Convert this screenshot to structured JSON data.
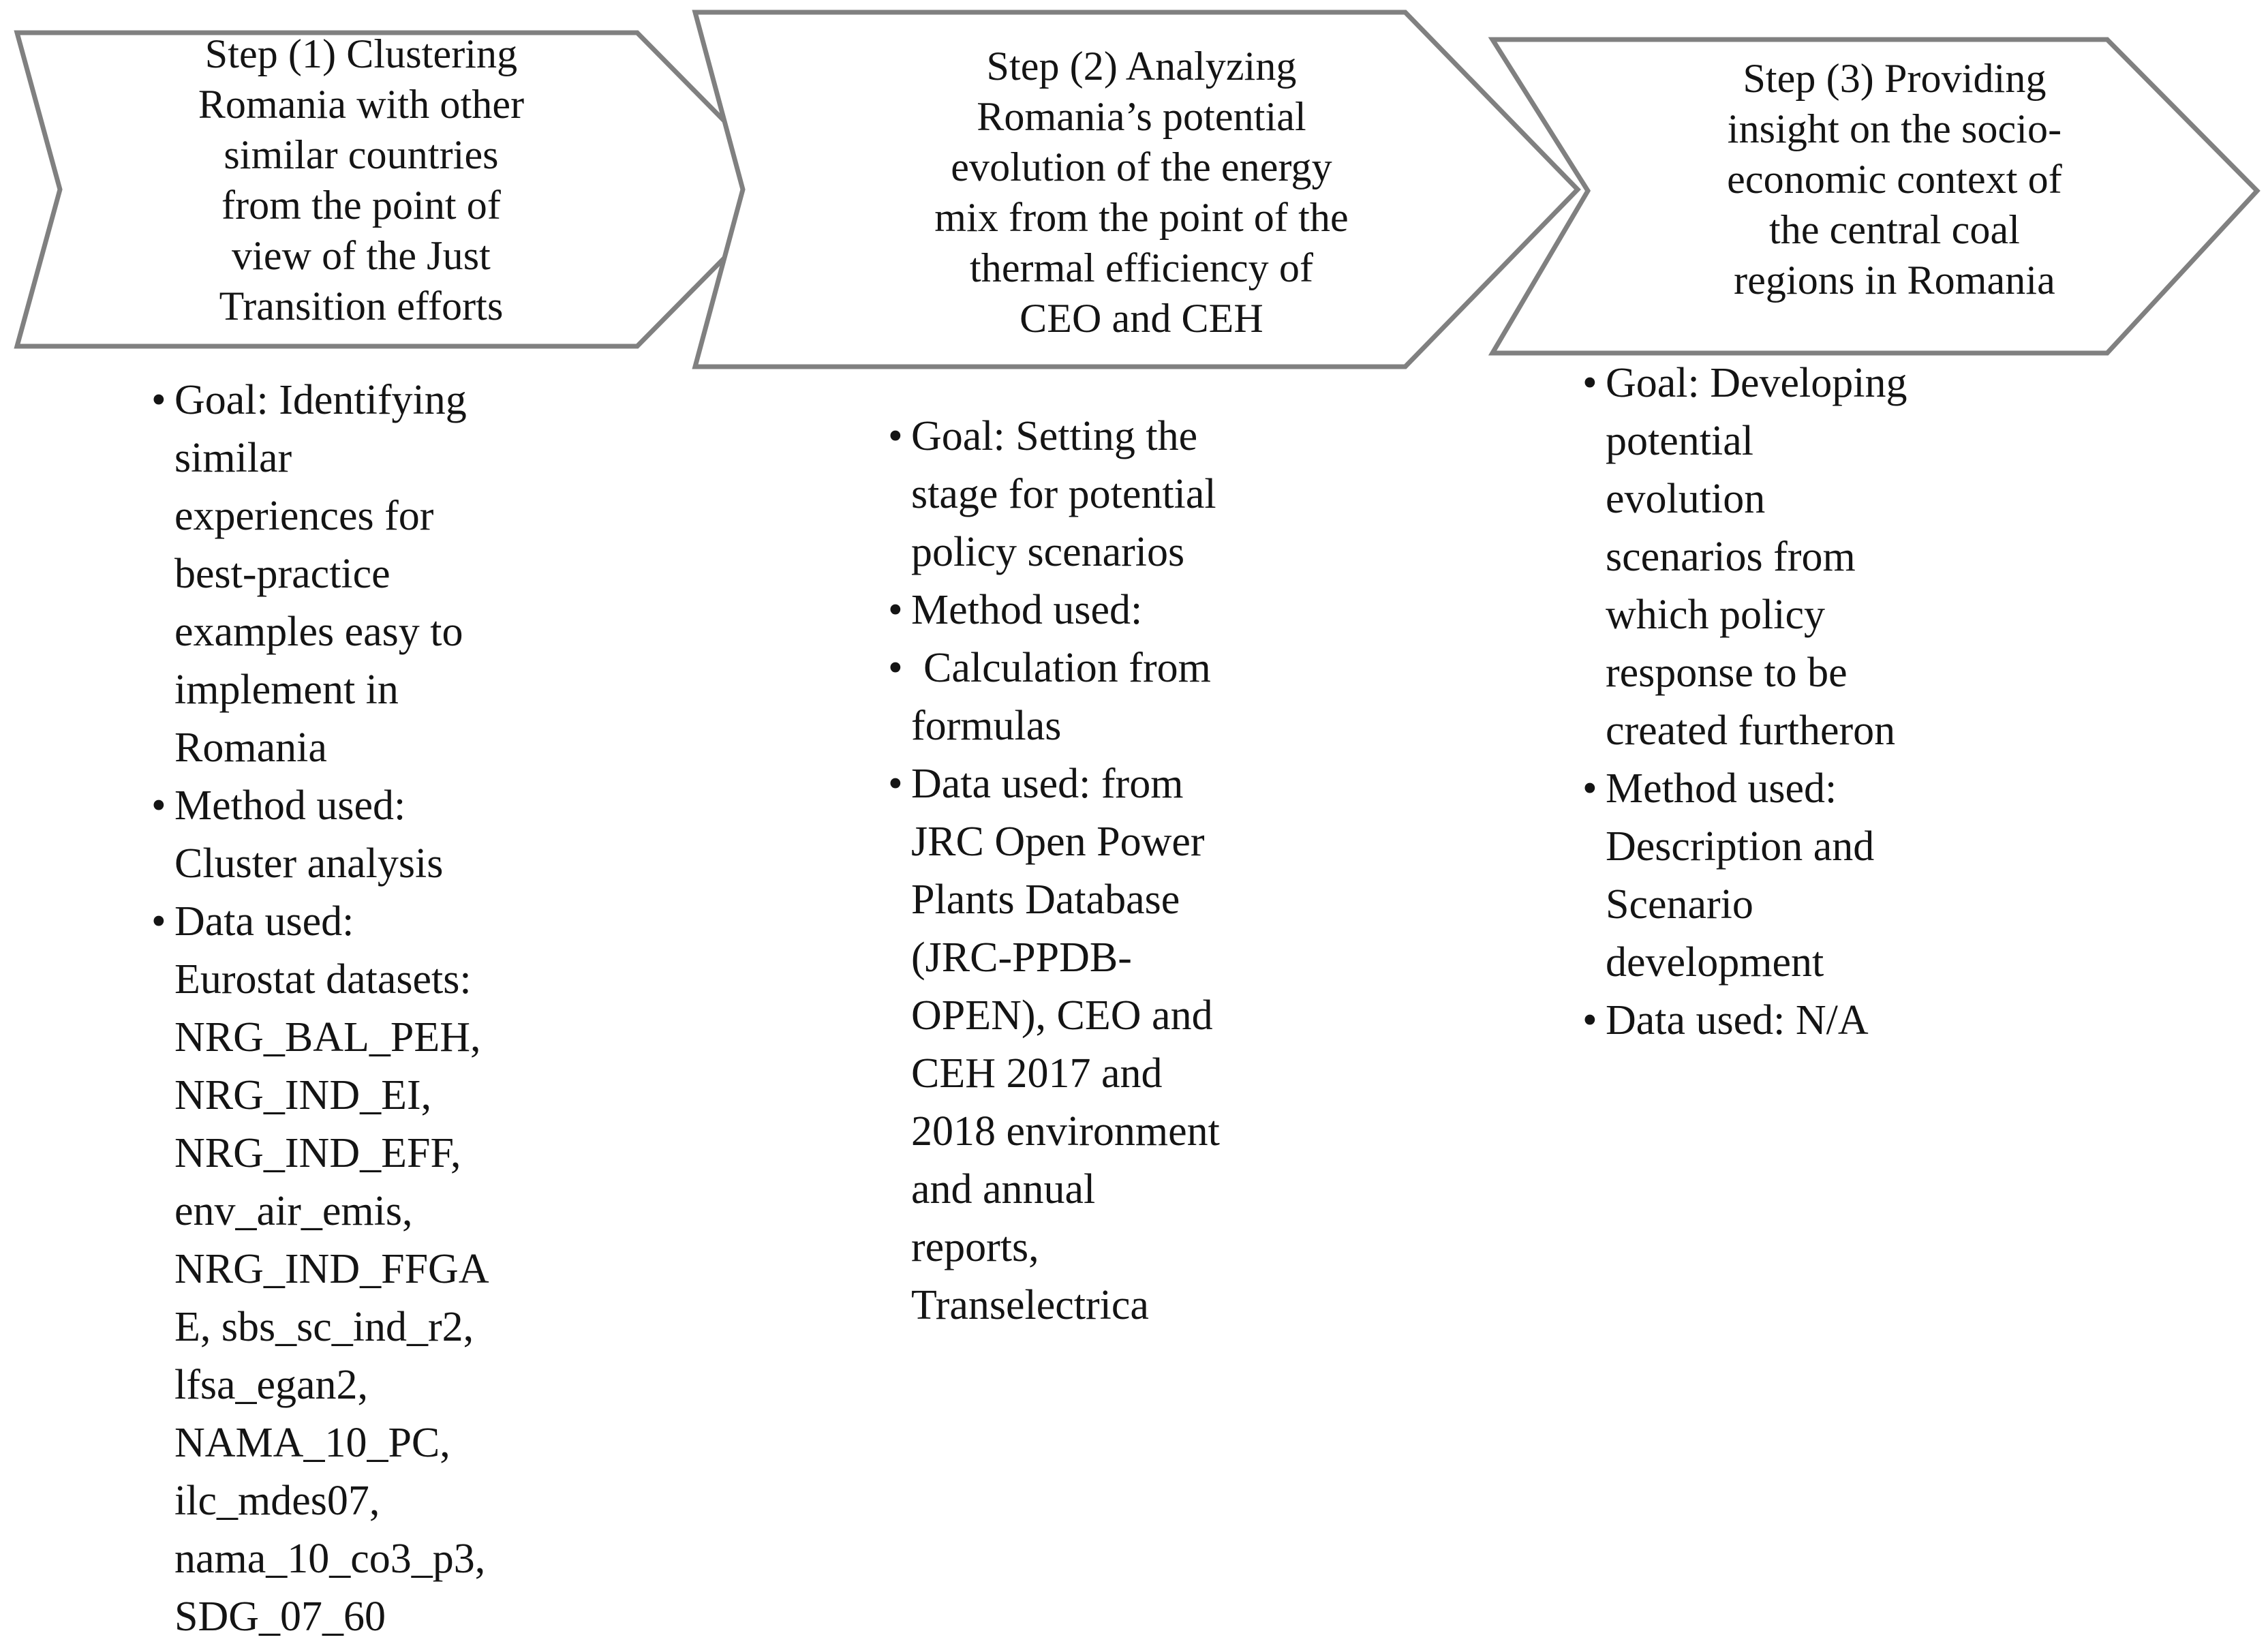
{
  "diagram": {
    "title": "Three-step research methodology flow",
    "stroke_color": "#808080",
    "text_color": "#141414",
    "background": "#ffffff",
    "bullet_glyph": "•"
  },
  "steps": [
    {
      "id": "step-1",
      "header": "Step (1) Clustering\nRomania with other\nsimilar countries\nfrom the point of\nview of the Just\nTransition efforts",
      "bullets": [
        {
          "text": "Goal: Identifying similar experiences for best-practice examples easy to implement in Romania",
          "lines": "Goal: Identifying\nsimilar\nexperiences for\nbest-practice\nexamples easy to\nimplement in\nRomania",
          "extra_indent": false
        },
        {
          "text": "Method used: Cluster analysis",
          "lines": "Method used:\nCluster analysis",
          "extra_indent": false
        },
        {
          "text": "Data used: Eurostat datasets: NRG_BAL_PEH, NRG_IND_EI, NRG_IND_EFF, env_air_emis, NRG_IND_FFGAE, sbs_sc_ind_r2, lfsa_egan2, NAMA_10_PC, ilc_mdes07, nama_10_co3_p3, SDG_07_60",
          "lines": "Data used:\nEurostat datasets:\nNRG_BAL_PEH,\nNRG_IND_EI,\nNRG_IND_EFF,\nenv_air_emis,\nNRG_IND_FFGA\nE, sbs_sc_ind_r2,\nlfsa_egan2,\nNAMA_10_PC,\nilc_mdes07,\nnama_10_co3_p3,\nSDG_07_60",
          "extra_indent": false
        }
      ]
    },
    {
      "id": "step-2",
      "header": "Step (2) Analyzing\nRomania’s potential\nevolution of the energy\nmix from the point of the\nthermal efficiency of\nCEO and CEH",
      "bullets": [
        {
          "text": "Goal: Setting the stage for potential policy scenarios",
          "lines": "Goal: Setting the\nstage for potential\npolicy scenarios",
          "extra_indent": false
        },
        {
          "text": "Method used:",
          "lines": "Method used:",
          "extra_indent": false
        },
        {
          "text": " Calculation from formulas",
          "lines": "Calculation from\nformulas",
          "extra_indent": true
        },
        {
          "text": "Data used: from JRC Open Power Plants Database (JRC-PPDB-OPEN), CEO and CEH 2017 and 2018 environment and annual reports, Transelectrica",
          "lines": "Data used: from\nJRC Open Power\nPlants Database\n(JRC-PPDB-\nOPEN), CEO and\nCEH 2017 and\n2018 environment\nand annual\nreports,\nTranselectrica",
          "extra_indent": false
        }
      ]
    },
    {
      "id": "step-3",
      "header": "Step (3) Providing\ninsight on the socio-\neconomic context of\nthe central coal\nregions in Romania",
      "bullets": [
        {
          "text": "Goal: Developing potential evolution scenarios from which policy response to be created furtheron",
          "lines": "Goal: Developing\npotential\nevolution\nscenarios from\nwhich policy\nresponse to be\ncreated furtheron",
          "extra_indent": false
        },
        {
          "text": "Method used: Description and Scenario development",
          "lines": "Method used:\nDescription and\nScenario\ndevelopment",
          "extra_indent": false
        },
        {
          "text": "Data used: N/A",
          "lines": "Data used: N/A",
          "extra_indent": false
        }
      ]
    }
  ]
}
